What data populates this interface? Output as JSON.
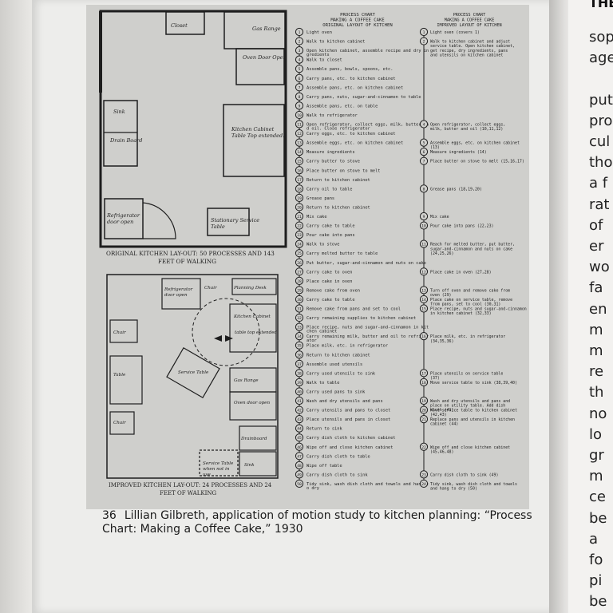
{
  "right_page": {
    "header": "THE",
    "words": [
      "sop",
      "age",
      "",
      "put",
      "pro",
      "cul",
      "tho",
      "a f",
      "rat",
      "of",
      "er",
      "wo",
      "fa",
      "en",
      "m",
      "m",
      "re",
      "th",
      "no",
      "lo",
      "gr",
      "m",
      "ce",
      "be",
      "a",
      "fo",
      "pi",
      "be"
    ]
  },
  "floor_plans": {
    "original": {
      "rooms": [
        "Closet",
        "Gas Range",
        "Oven Door Open",
        "Sink",
        "Drain Board",
        "Kitchen Cabinet Table Top extended.",
        "Refrigerator door open",
        "Stationary Service Table"
      ],
      "caption_line1": "ORIGINAL KITCHEN LAY-OUT: 50 PROCESSES AND 143",
      "caption_line2": "FEET OF WALKING"
    },
    "improved": {
      "rooms": [
        "Refrigerator door open",
        "Chair",
        "Planning Desk",
        "Kitchen Cabinet",
        "table top extended",
        "Chair",
        "Table",
        "Service Table",
        "Gas Range",
        "Oven door open",
        "Chair",
        "Drainboard",
        "Service Table when not in use",
        "Sink"
      ],
      "caption_line1": "IMPROVED KITCHEN LAY-OUT: 24 PROCESSES AND 24",
      "caption_line2": "FEET OF WALKING"
    }
  },
  "process_chart_original": {
    "title_lines": [
      "PROCESS CHART",
      "MAKING A COFFEE CAKE",
      "ORIGINAL LAYOUT OF KITCHEN"
    ],
    "steps": [
      "Light oven",
      "Walk to kitchen cabinet",
      "Open kitchen cabinet, assemble recipe and dry ingredients",
      "Walk to closet",
      "Assemble pans, bowls, spoons, etc.",
      "Carry pans, etc. to kitchen cabinet",
      "Assemble pans, etc. on kitchen cabinet",
      "Carry pans, nuts, sugar-and-cinnamon to table",
      "Assemble pans, etc. on table",
      "Walk to refrigerator",
      "Open refrigerator, collect eggs, milk, butter and oil. Close refrigerator",
      "Carry eggs, etc. to kitchen cabinet",
      "Assemble eggs, etc. on kitchen cabinet",
      "Measure ingredients",
      "Carry butter to stove",
      "Place butter on stove to melt",
      "Return to kitchen cabinet",
      "Carry oil to table",
      "Grease pans",
      "Return to kitchen cabinet",
      "Mix cake",
      "Carry cake to table",
      "Pour cake into pans",
      "Walk to stove",
      "Carry melted butter to table",
      "Put butter, sugar-and-cinnamon and nuts on cake",
      "Carry cake to oven",
      "Place cake in oven",
      "Remove cake from oven",
      "Carry cake to table",
      "Remove cake from pans and set to cool",
      "Carry remaining supplies to kitchen cabinet",
      "Place recipe, nuts and sugar-and-cinnamon in kitchen cabinet",
      "Carry remaining milk, butter and oil to refrigerator",
      "Place milk, etc. in refrigerator",
      "Return to kitchen cabinet",
      "Assemble used utensils",
      "Carry used utensils to sink",
      "Walk to table",
      "Carry used pans to sink",
      "Wash and dry utensils and pans",
      "Carry utensils and pans to closet",
      "Place utensils and pans in closet",
      "Return to sink",
      "Carry dish cloth to kitchen cabinet",
      "Wipe off and close kitchen cabinet",
      "Carry dish cloth to table",
      "Wipe off table",
      "Carry dish cloth to sink",
      "Tidy sink, wash dish cloth and towels and hang to dry"
    ]
  },
  "process_chart_improved": {
    "title_lines": [
      "PROCESS CHART",
      "MAKING A COFFEE CAKE",
      "IMPROVED LAYOUT OF KITCHEN"
    ],
    "steps": [
      {
        "n": "1",
        "rowidx": 0,
        "text": "Light oven (covers 1)"
      },
      {
        "n": "2",
        "rowidx": 1,
        "text": "Walk to kitchen cabinet and adjust service table. Open kitchen cabinet, get recipe, dry ingredients, pans and utensils on kitchen cabinet and service table (2,3, 4,5,6,7,8,9)"
      },
      {
        "n": "4",
        "rowidx": 10,
        "text": "Open refrigerator, collect eggs, milk, butter and oil (10,11,12)"
      },
      {
        "n": "5",
        "rowidx": 12,
        "text": "Assemble eggs, etc. on kitchen cabinet (13)"
      },
      {
        "n": "6",
        "rowidx": 13,
        "text": "Measure ingredients (14)"
      },
      {
        "n": "7",
        "rowidx": 14,
        "text": "Place butter on stove to melt (15,16,17)"
      },
      {
        "n": "8",
        "rowidx": 17,
        "text": "Grease pans (18,19,20)"
      },
      {
        "n": "9",
        "rowidx": 20,
        "text": "Mix cake"
      },
      {
        "n": "10",
        "rowidx": 21,
        "text": "Pour cake into pans (22,23)"
      },
      {
        "n": "11",
        "rowidx": 23,
        "text": "Reach for melted butter, put butter, sugar-and-cinnamon and nuts on cake (24,25,26)"
      },
      {
        "n": "12",
        "rowidx": 26,
        "text": "Place cake in oven (27,28)"
      },
      {
        "n": "13",
        "rowidx": 28,
        "text": "Turn off oven and remove cake from oven (29)"
      },
      {
        "n": "14",
        "rowidx": 29,
        "text": "Place cake on service table, remove from pans, set to cool (30,31)"
      },
      {
        "n": "15",
        "rowidx": 30,
        "text": "Place recipe, nuts and sugar-and-cinnamon in kitchen cabinet (32,33)"
      },
      {
        "n": "16",
        "rowidx": 33,
        "text": "Place milk, etc. in refrigerator (34,35,36)"
      },
      {
        "n": "17",
        "rowidx": 37,
        "text": "Place utensils on service table (37)"
      },
      {
        "n": "18",
        "rowidx": 38,
        "text": "Move service table to sink (38,39,40)"
      },
      {
        "n": "19",
        "rowidx": 40,
        "text": "Wash and dry utensils and pans and place on utility table. Add dish cloth (41)"
      },
      {
        "n": "20",
        "rowidx": 41,
        "text": "Move service table to kitchen cabinet (42,43)"
      },
      {
        "n": "21",
        "rowidx": 42,
        "text": "Replace pans and utensils in kitchen cabinet (44)"
      },
      {
        "n": "22",
        "rowidx": 45,
        "text": "Wipe off and close kitchen cabinet (45,46,48)"
      },
      {
        "n": "23",
        "rowidx": 48,
        "text": "Carry dish cloth to sink (49)"
      },
      {
        "n": "24",
        "rowidx": 49,
        "text": "Tidy sink, wash dish cloth and towels and hang to dry (50)"
      }
    ]
  },
  "caption": {
    "number": "36",
    "text": "Lillian Gilbreth, application of motion study to kitchen planning: “Process Chart: Making a Coffee Cake,” 1930"
  }
}
